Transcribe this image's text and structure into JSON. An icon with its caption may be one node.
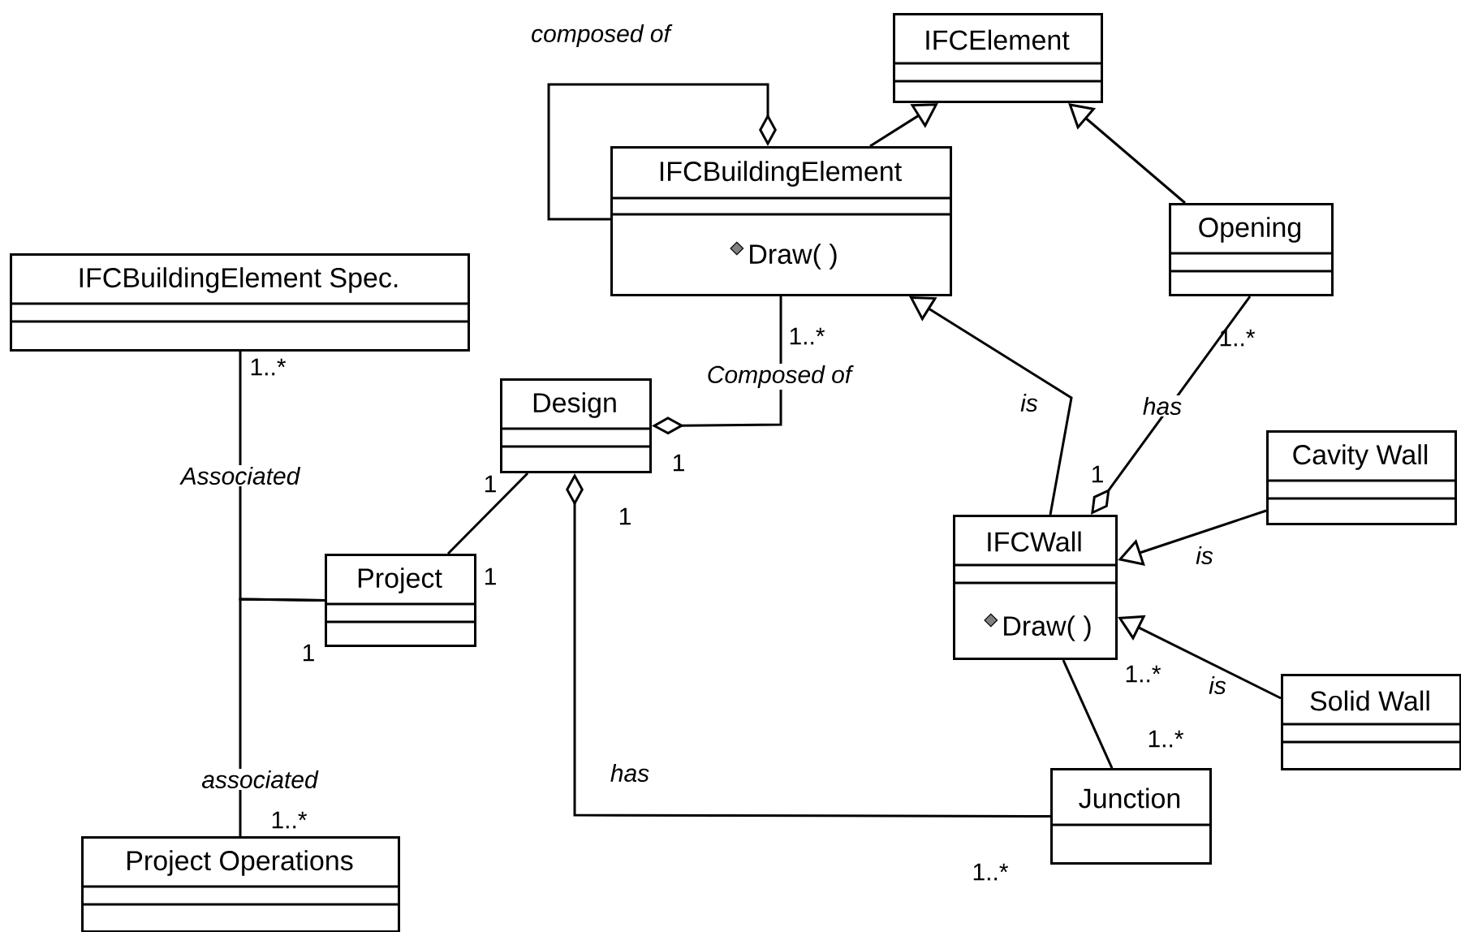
{
  "diagram": {
    "nodes": [
      {
        "text": [
          "IFCElement"
        ]
      },
      {
        "text": [
          "IFCBuildingElement",
          "Draw( )"
        ]
      },
      {
        "text": [
          "Opening"
        ]
      },
      {
        "text": [
          "IFCBuildingElement Spec."
        ]
      },
      {
        "text": [
          "Design"
        ]
      },
      {
        "text": [
          "Project"
        ]
      },
      {
        "text": [
          "Cavity Wall"
        ]
      },
      {
        "text": [
          "IFCWall",
          "Draw( )"
        ]
      },
      {
        "text": [
          "Solid Wall"
        ]
      },
      {
        "text": [
          "Junction"
        ]
      },
      {
        "text": [
          "Project Operations"
        ]
      }
    ],
    "edges": [
      {
        "from": 1,
        "to": 1,
        "arrow": "other",
        "label": "composed of"
      },
      {
        "from": 1,
        "to": 0,
        "arrow": "to"
      },
      {
        "from": 2,
        "to": 0,
        "arrow": "to"
      },
      {
        "from": 7,
        "to": 1,
        "arrow": "to",
        "label": "is"
      },
      {
        "from": 2,
        "to": 7,
        "arrow": "other",
        "label": "has"
      },
      {
        "from": 6,
        "to": 7,
        "arrow": "to",
        "label": "is"
      },
      {
        "from": 8,
        "to": 7,
        "arrow": "to",
        "label": "is"
      },
      {
        "from": 1,
        "to": 4,
        "arrow": "other",
        "label": "Composed of"
      },
      {
        "from": 4,
        "to": 5,
        "arrow": "none"
      },
      {
        "from": 9,
        "to": 4,
        "arrow": "other",
        "label": "has"
      },
      {
        "from": 7,
        "to": 9,
        "arrow": "none"
      },
      {
        "from": 5,
        "to": 3,
        "arrow": "none",
        "label": "Associated"
      },
      {
        "from": 5,
        "to": 10,
        "arrow": "none",
        "label": "associated"
      }
    ],
    "labels": [
      "1..*",
      "1..*",
      "1..*",
      "1",
      "1",
      "1",
      "1",
      "1",
      "1",
      "1..*",
      "1..*",
      "1..*",
      "1..*"
    ]
  }
}
